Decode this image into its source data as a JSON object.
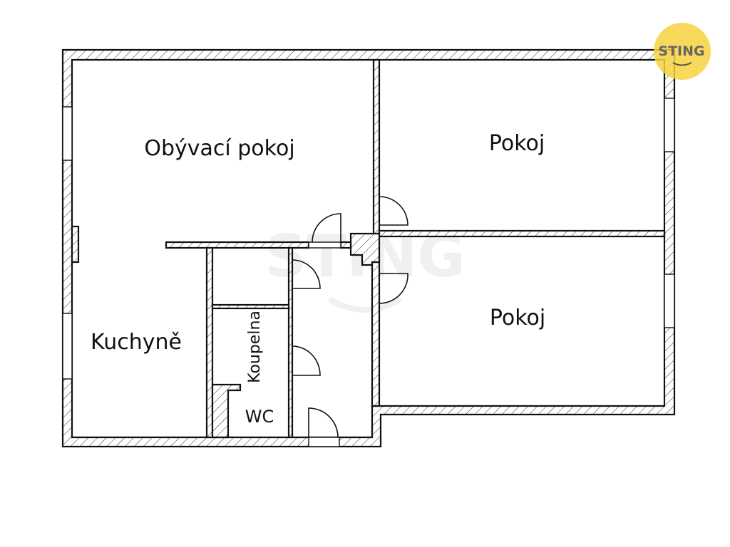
{
  "rooms": {
    "living_room": "Obývací pokoj",
    "room_1": "Pokoj",
    "room_2": "Pokoj",
    "kitchen": "Kuchyně",
    "bathroom": "Koupelna",
    "wc": "WC"
  },
  "logo": {
    "text": "STING",
    "color": "#f7d23e"
  },
  "watermark": {
    "text": "STING"
  }
}
